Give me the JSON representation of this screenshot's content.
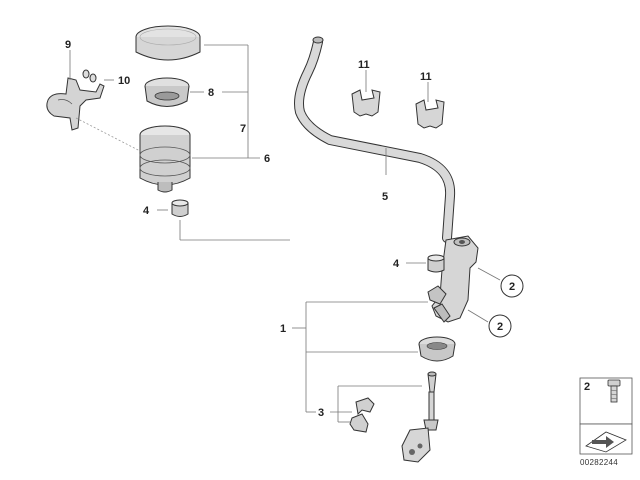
{
  "callouts": {
    "c1": "1",
    "c2": "2",
    "c3": "3",
    "c4": "4",
    "c5": "5",
    "c6": "6",
    "c7": "7",
    "c8": "8",
    "c9": "9",
    "c10": "10",
    "c11": "11"
  },
  "doc_id": "00282244",
  "colors": {
    "part_fill": "#d9d9d9",
    "part_shade": "#b5b5b5",
    "outline": "#333333",
    "leader": "#777777"
  }
}
